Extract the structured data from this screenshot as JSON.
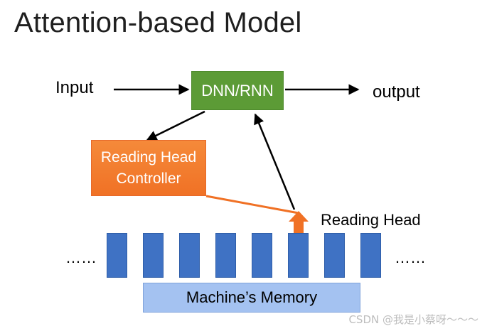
{
  "title": "Attention-based Model",
  "input_label": "Input",
  "output_label": "output",
  "dnn_label": "DNN/RNN",
  "controller": {
    "line1": "Reading Head",
    "line2": "Controller"
  },
  "reading_head_label": "Reading Head",
  "memory": {
    "label": "Machine’s Memory",
    "ellipsis_left": "……",
    "ellipsis_right": "……"
  },
  "watermark": "CSDN @我是小蔡呀～～～",
  "colors": {
    "dnn_box": "#5c9b36",
    "controller_box": "#f07125",
    "memory_cell": "#3f72c4",
    "memory_box": "#a4c2f1",
    "reading_head_arrow": "#f07125"
  }
}
